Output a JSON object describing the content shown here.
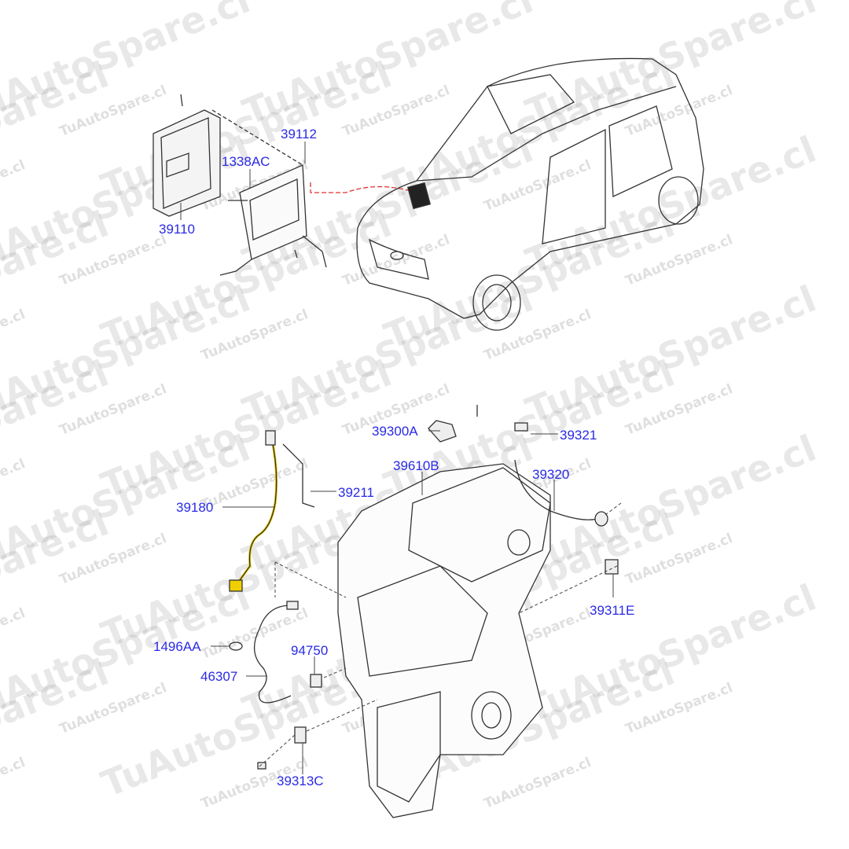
{
  "watermark": "TuAutoSpare.cl",
  "labels": {
    "p39112": "39112",
    "p1338AC": "1338AC",
    "p39110": "39110",
    "p39300A": "39300A",
    "p39321": "39321",
    "p39610B": "39610B",
    "p39320": "39320",
    "p39211": "39211",
    "p39180": "39180",
    "p39311E": "39311E",
    "p1496AA": "1496AA",
    "p94750": "94750",
    "p46307": "46307",
    "p39313C": "39313C"
  },
  "colors": {
    "label": "#2a2ae6",
    "line": "#333333",
    "highlight": "#f0d000",
    "pointer": "#e03030"
  }
}
